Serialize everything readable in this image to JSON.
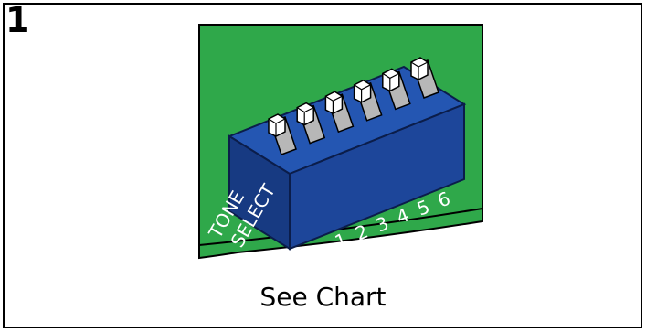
{
  "step_number": "1",
  "silkscreen_label_line1": "TONE",
  "silkscreen_label_line2": "SELECT",
  "switch_numbers": [
    "1",
    "2",
    "3",
    "4",
    "5",
    "6"
  ],
  "caption": "See Chart",
  "colors": {
    "board": "#2fa84a",
    "board_edge": "#0f2a14",
    "switch_top": "#2456b2",
    "switch_front": "#1d469a",
    "switch_side": "#173a82",
    "switch_outline": "#0b1d4a",
    "lever": "#ffffff",
    "slot": "#b7b7b7"
  }
}
